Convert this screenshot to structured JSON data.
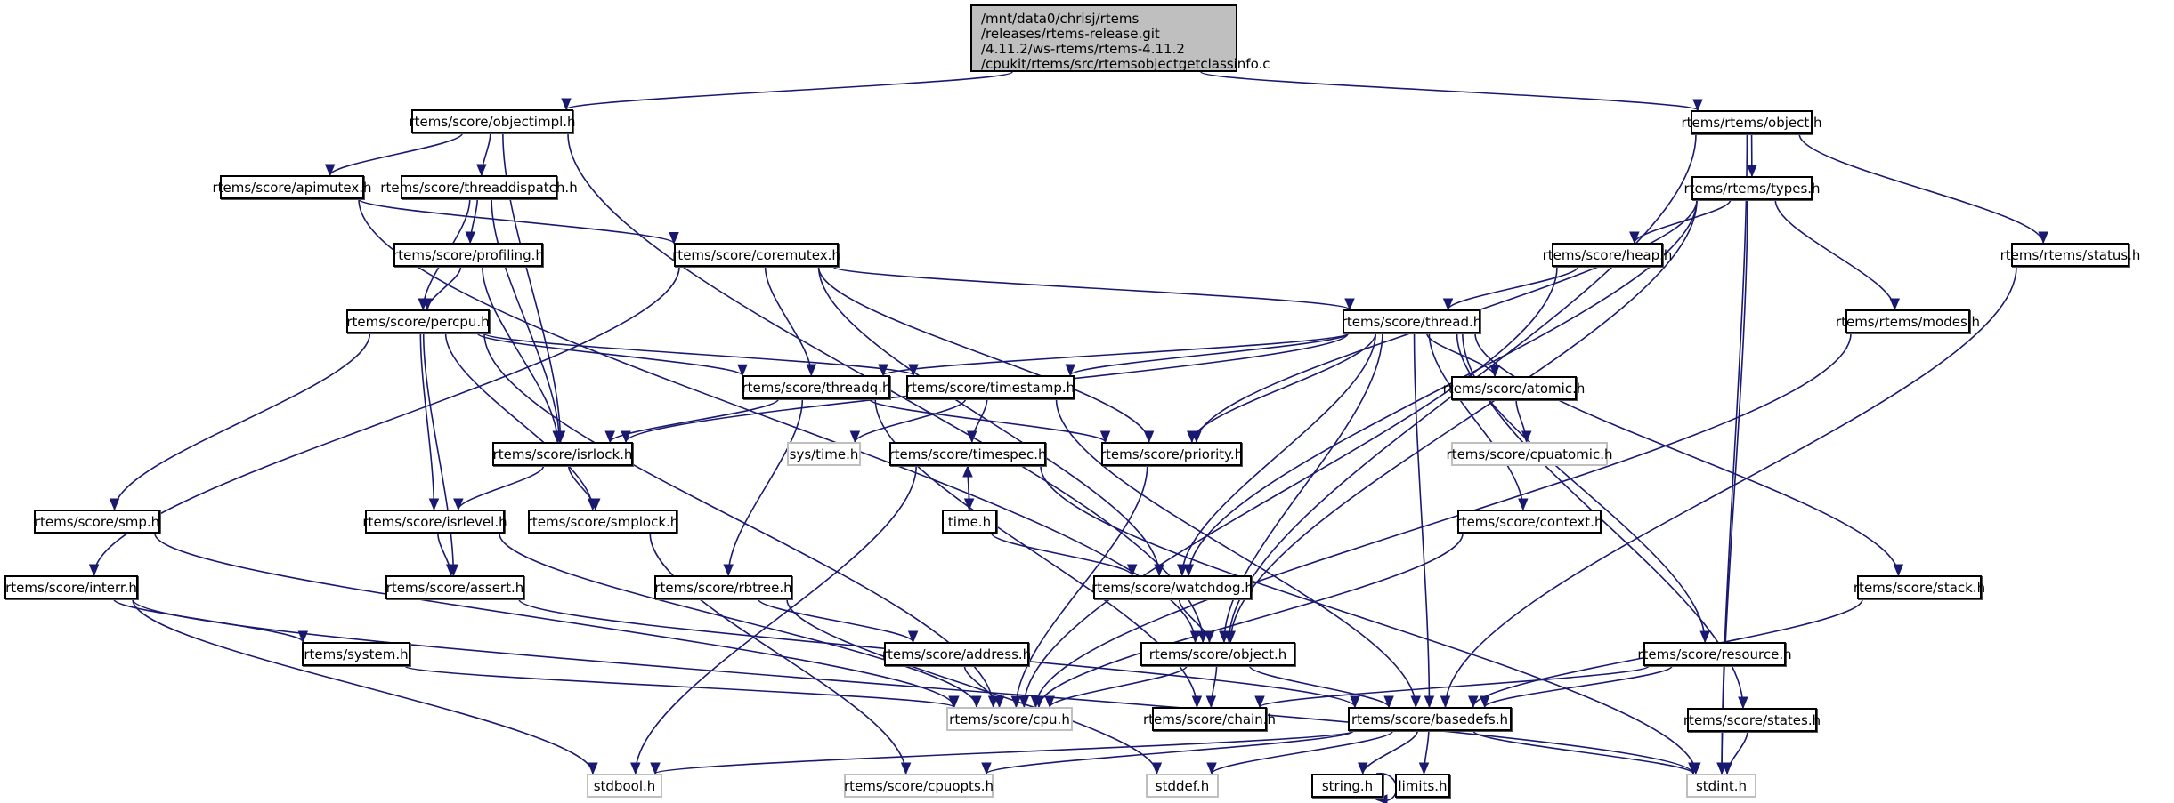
{
  "diagram": {
    "type": "include-dependency-graph",
    "root": {
      "id": "root",
      "label": "/mnt/data0/chrisj/rtems\n/releases/rtems-release.git\n/4.11.2/ws-rtems/rtems-4.11.2\n/cpukit/rtems/src/rtemsobjectgetclassinfo.c"
    },
    "colors": {
      "edge": "#191970",
      "root_fill": "#bfbfbf",
      "node_border": "#000000",
      "unresolved_border": "#bfbfbf"
    },
    "nodes": [
      {
        "id": "objectimpl",
        "label": "rtems/score/objectimpl.h",
        "resolved": true
      },
      {
        "id": "rtobject",
        "label": "rtems/rtems/object.h",
        "resolved": true
      },
      {
        "id": "apimutex",
        "label": "rtems/score/apimutex.h",
        "resolved": true
      },
      {
        "id": "threaddispatch",
        "label": "rtems/score/threaddispatch.h",
        "resolved": true
      },
      {
        "id": "types",
        "label": "rtems/rtems/types.h",
        "resolved": true
      },
      {
        "id": "profiling",
        "label": "rtems/score/profiling.h",
        "resolved": true
      },
      {
        "id": "coremutex",
        "label": "rtems/score/coremutex.h",
        "resolved": true
      },
      {
        "id": "heap",
        "label": "rtems/score/heap.h",
        "resolved": true
      },
      {
        "id": "status",
        "label": "rtems/rtems/status.h",
        "resolved": true
      },
      {
        "id": "percpu",
        "label": "rtems/score/percpu.h",
        "resolved": true
      },
      {
        "id": "thread",
        "label": "rtems/score/thread.h",
        "resolved": true
      },
      {
        "id": "modes",
        "label": "rtems/rtems/modes.h",
        "resolved": true
      },
      {
        "id": "threadq",
        "label": "rtems/score/threadq.h",
        "resolved": true
      },
      {
        "id": "timestamp",
        "label": "rtems/score/timestamp.h",
        "resolved": true
      },
      {
        "id": "atomic",
        "label": "rtems/score/atomic.h",
        "resolved": true
      },
      {
        "id": "isrlock",
        "label": "rtems/score/isrlock.h",
        "resolved": true
      },
      {
        "id": "systime",
        "label": "sys/time.h",
        "resolved": false
      },
      {
        "id": "timespec",
        "label": "rtems/score/timespec.h",
        "resolved": true
      },
      {
        "id": "priority",
        "label": "rtems/score/priority.h",
        "resolved": true
      },
      {
        "id": "cpuatomic",
        "label": "rtems/score/cpuatomic.h",
        "resolved": false
      },
      {
        "id": "smp",
        "label": "rtems/score/smp.h",
        "resolved": true
      },
      {
        "id": "isrlevel",
        "label": "rtems/score/isrlevel.h",
        "resolved": true
      },
      {
        "id": "smplock",
        "label": "rtems/score/smplock.h",
        "resolved": true
      },
      {
        "id": "timeh",
        "label": "time.h",
        "resolved": true
      },
      {
        "id": "context",
        "label": "rtems/score/context.h",
        "resolved": true
      },
      {
        "id": "interr",
        "label": "rtems/score/interr.h",
        "resolved": true
      },
      {
        "id": "assert",
        "label": "rtems/score/assert.h",
        "resolved": true
      },
      {
        "id": "rbtree",
        "label": "rtems/score/rbtree.h",
        "resolved": true
      },
      {
        "id": "watchdog",
        "label": "rtems/score/watchdog.h",
        "resolved": true
      },
      {
        "id": "stack",
        "label": "rtems/score/stack.h",
        "resolved": true
      },
      {
        "id": "system",
        "label": "rtems/system.h",
        "resolved": true
      },
      {
        "id": "address",
        "label": "rtems/score/address.h",
        "resolved": true
      },
      {
        "id": "scoreobject",
        "label": "rtems/score/object.h",
        "resolved": true
      },
      {
        "id": "resource",
        "label": "rtems/score/resource.h",
        "resolved": true
      },
      {
        "id": "cpu",
        "label": "rtems/score/cpu.h",
        "resolved": false
      },
      {
        "id": "chain",
        "label": "rtems/score/chain.h",
        "resolved": true
      },
      {
        "id": "basedefs",
        "label": "rtems/score/basedefs.h",
        "resolved": true
      },
      {
        "id": "states",
        "label": "rtems/score/states.h",
        "resolved": true
      },
      {
        "id": "stdbool",
        "label": "stdbool.h",
        "resolved": false
      },
      {
        "id": "cpuopts",
        "label": "rtems/score/cpuopts.h",
        "resolved": false
      },
      {
        "id": "stddef",
        "label": "stddef.h",
        "resolved": false
      },
      {
        "id": "stringh",
        "label": "string.h",
        "resolved": true
      },
      {
        "id": "limits",
        "label": "limits.h",
        "resolved": true
      },
      {
        "id": "stdint",
        "label": "stdint.h",
        "resolved": false
      }
    ],
    "edges": [
      [
        "root",
        "objectimpl"
      ],
      [
        "root",
        "rtobject"
      ],
      [
        "objectimpl",
        "apimutex"
      ],
      [
        "objectimpl",
        "threaddispatch"
      ],
      [
        "objectimpl",
        "isrlock"
      ],
      [
        "objectimpl",
        "scoreobject"
      ],
      [
        "apimutex",
        "coremutex"
      ],
      [
        "apimutex",
        "scoreobject"
      ],
      [
        "threaddispatch",
        "profiling"
      ],
      [
        "threaddispatch",
        "percpu"
      ],
      [
        "threaddispatch",
        "isrlock"
      ],
      [
        "profiling",
        "percpu"
      ],
      [
        "profiling",
        "isrlock"
      ],
      [
        "coremutex",
        "thread"
      ],
      [
        "coremutex",
        "threadq"
      ],
      [
        "coremutex",
        "priority"
      ],
      [
        "coremutex",
        "watchdog"
      ],
      [
        "coremutex",
        "interr"
      ],
      [
        "percpu",
        "threadq"
      ],
      [
        "percpu",
        "smp"
      ],
      [
        "percpu",
        "isrlevel"
      ],
      [
        "percpu",
        "smplock"
      ],
      [
        "percpu",
        "assert"
      ],
      [
        "percpu",
        "cpu"
      ],
      [
        "percpu",
        "timestamp"
      ],
      [
        "rtobject",
        "types"
      ],
      [
        "rtobject",
        "status"
      ],
      [
        "rtobject",
        "scoreobject"
      ],
      [
        "rtobject",
        "stdint"
      ],
      [
        "types",
        "heap"
      ],
      [
        "types",
        "modes"
      ],
      [
        "types",
        "priority"
      ],
      [
        "types",
        "watchdog"
      ],
      [
        "types",
        "scoreobject"
      ],
      [
        "types",
        "stdint"
      ],
      [
        "heap",
        "thread"
      ],
      [
        "heap",
        "cpu"
      ],
      [
        "status",
        "basedefs"
      ],
      [
        "modes",
        "cpu"
      ],
      [
        "thread",
        "threadq"
      ],
      [
        "thread",
        "timestamp"
      ],
      [
        "thread",
        "isrlock"
      ],
      [
        "thread",
        "priority"
      ],
      [
        "thread",
        "atomic"
      ],
      [
        "thread",
        "context"
      ],
      [
        "thread",
        "watchdog"
      ],
      [
        "thread",
        "scoreobject"
      ],
      [
        "thread",
        "resource"
      ],
      [
        "thread",
        "stack"
      ],
      [
        "thread",
        "states"
      ],
      [
        "thread",
        "basedefs"
      ],
      [
        "threadq",
        "isrlock"
      ],
      [
        "threadq",
        "priority"
      ],
      [
        "threadq",
        "rbtree"
      ],
      [
        "threadq",
        "chain"
      ],
      [
        "timestamp",
        "systime"
      ],
      [
        "timestamp",
        "timespec"
      ],
      [
        "timestamp",
        "basedefs"
      ],
      [
        "atomic",
        "cpuatomic"
      ],
      [
        "isrlock",
        "isrlevel"
      ],
      [
        "isrlock",
        "smplock"
      ],
      [
        "timespec",
        "timeh"
      ],
      [
        "timespec",
        "stdbool"
      ],
      [
        "timespec",
        "stdint"
      ],
      [
        "timeh",
        "timespec"
      ],
      [
        "timeh",
        "watchdog"
      ],
      [
        "priority",
        "cpu"
      ],
      [
        "smp",
        "cpu"
      ],
      [
        "isrlevel",
        "assert"
      ],
      [
        "isrlevel",
        "cpu"
      ],
      [
        "smplock",
        "cpuopts"
      ],
      [
        "context",
        "cpu"
      ],
      [
        "interr",
        "system"
      ],
      [
        "interr",
        "stdbool"
      ],
      [
        "interr",
        "stdint"
      ],
      [
        "assert",
        "basedefs"
      ],
      [
        "rbtree",
        "address"
      ],
      [
        "rbtree",
        "stddef"
      ],
      [
        "watchdog",
        "scoreobject"
      ],
      [
        "stack",
        "basedefs"
      ],
      [
        "system",
        "cpu"
      ],
      [
        "address",
        "cpu"
      ],
      [
        "scoreobject",
        "cpu"
      ],
      [
        "scoreobject",
        "chain"
      ],
      [
        "scoreobject",
        "basedefs"
      ],
      [
        "resource",
        "chain"
      ],
      [
        "resource",
        "basedefs"
      ],
      [
        "basedefs",
        "stdbool"
      ],
      [
        "basedefs",
        "cpuopts"
      ],
      [
        "basedefs",
        "stddef"
      ],
      [
        "basedefs",
        "stringh"
      ],
      [
        "basedefs",
        "limits"
      ],
      [
        "basedefs",
        "stdint"
      ],
      [
        "stringh",
        "stringh"
      ],
      [
        "states",
        "stdint"
      ]
    ]
  }
}
